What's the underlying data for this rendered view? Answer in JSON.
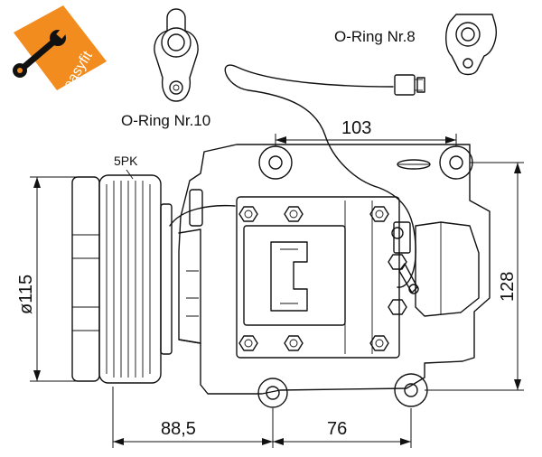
{
  "logo": {
    "text": "easyfit",
    "color": "#F28C1E",
    "icon": "wrench-icon"
  },
  "labels": {
    "oring10": "O-Ring Nr.10",
    "oring8": "O-Ring Nr.8",
    "pulley_type": "5PK"
  },
  "dimensions": {
    "top_width": "103",
    "diameter": "ø115",
    "height": "128",
    "left_offset": "88,5",
    "right_offset": "76"
  }
}
